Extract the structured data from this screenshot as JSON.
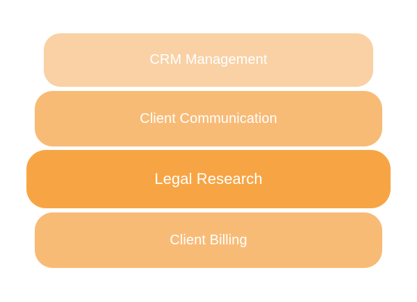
{
  "diagram": {
    "layers": [
      {
        "label": "CRM Management",
        "color": "#f9d1a5"
      },
      {
        "label": "Client Communication",
        "color": "#f8bb76"
      },
      {
        "label": "Legal Research",
        "color": "#f7a544"
      },
      {
        "label": "Client Billing",
        "color": "#f8bb76"
      }
    ]
  }
}
